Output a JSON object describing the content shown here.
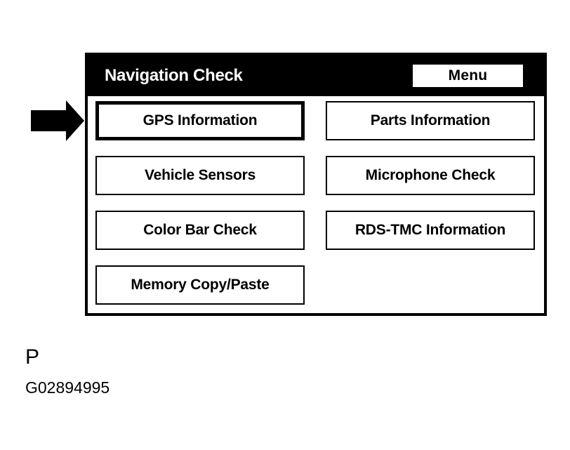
{
  "screen": {
    "title": "Navigation Check",
    "menu_button_label": "Menu",
    "colors": {
      "title_bar_background": "#000000",
      "title_text": "#ffffff",
      "panel_background": "#ffffff",
      "border": "#000000",
      "button_text": "#000000"
    }
  },
  "buttons": {
    "left_column": [
      {
        "label": "GPS Information",
        "selected": true
      },
      {
        "label": "Vehicle Sensors",
        "selected": false
      },
      {
        "label": "Color Bar Check",
        "selected": false
      },
      {
        "label": "Memory Copy/Paste",
        "selected": false
      }
    ],
    "right_column": [
      {
        "label": "Parts Information",
        "selected": false
      },
      {
        "label": "Microphone Check",
        "selected": false
      },
      {
        "label": "RDS-TMC Information",
        "selected": false
      }
    ]
  },
  "annotation": {
    "arrow_icon": "right-arrow-icon",
    "arrow_points_to": "GPS Information"
  },
  "caption": {
    "label": "P",
    "figure_code": "G02894995"
  }
}
